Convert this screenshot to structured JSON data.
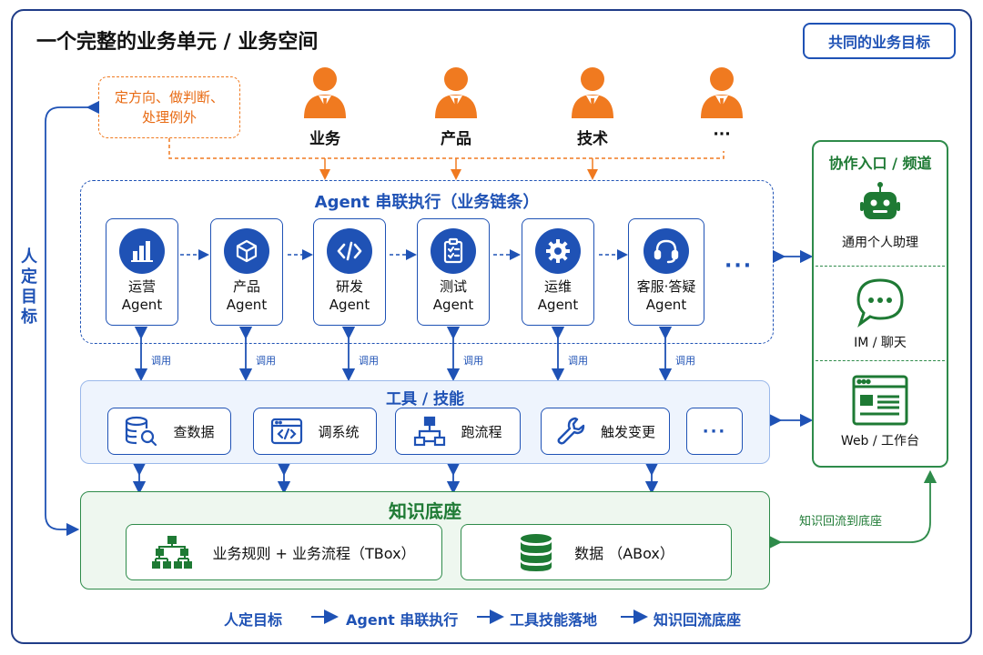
{
  "title": "一个完整的业务单元 / 业务空间",
  "goal_box": "共同的业务目标",
  "decide_box": [
    "定方向、做判断、",
    "处理例外"
  ],
  "roles": [
    "业务",
    "产品",
    "技术",
    "···"
  ],
  "agent_chain": {
    "title": "Agent 串联执行（业务链条）",
    "agents": [
      {
        "name": "运营",
        "suffix": "Agent",
        "icon": "bar-chart-icon"
      },
      {
        "name": "产品",
        "suffix": "Agent",
        "icon": "cube-icon"
      },
      {
        "name": "研发",
        "suffix": "Agent",
        "icon": "code-icon"
      },
      {
        "name": "测试",
        "suffix": "Agent",
        "icon": "clipboard-check-icon"
      },
      {
        "name": "运维",
        "suffix": "Agent",
        "icon": "gear-icon"
      },
      {
        "name": "客服·答疑",
        "suffix": "Agent",
        "icon": "headset-icon"
      }
    ],
    "more": "···",
    "call_label": "调用"
  },
  "tools": {
    "title": "工具 / 技能",
    "items": [
      {
        "label": "查数据",
        "icon": "database-search-icon"
      },
      {
        "label": "调系统",
        "icon": "code-window-icon"
      },
      {
        "label": "跑流程",
        "icon": "flowchart-icon"
      },
      {
        "label": "触发变更",
        "icon": "wrench-icon"
      }
    ],
    "more": "···"
  },
  "knowledge": {
    "title": "知识底座",
    "items": [
      {
        "label": "业务规则 + 业务流程（TBox）",
        "icon": "hierarchy-icon"
      },
      {
        "label": "数据 （ABox）",
        "icon": "database-icon"
      }
    ]
  },
  "side_panel": {
    "title": "协作入口 / 频道",
    "items": [
      {
        "label": "通用个人助理",
        "icon": "robot-icon"
      },
      {
        "label": "IM / 聊天",
        "icon": "chat-bubble-icon"
      },
      {
        "label": "Web / 工作台",
        "icon": "browser-window-icon"
      }
    ]
  },
  "return_label": "知识回流到底座",
  "left_vertical": "人定目标",
  "flow": [
    "人定目标",
    "Agent 串联执行",
    "工具技能落地",
    "知识回流底座"
  ],
  "colors": {
    "blue": "#1f52b5",
    "green": "#2e8b4a",
    "orange": "#f07a20"
  }
}
